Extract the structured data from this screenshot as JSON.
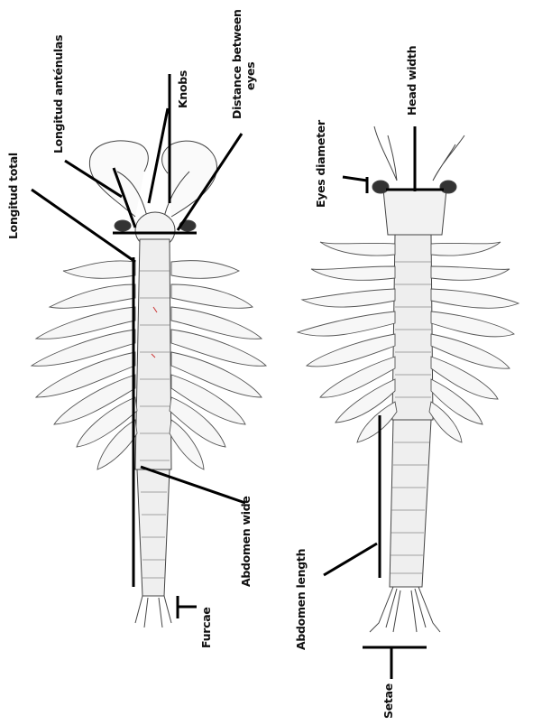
{
  "labels": {
    "longitud_total": "Longitud total",
    "longitud_antenulas": "Longitud anténulas",
    "knobs": "Knobs",
    "distance_between_eyes_1": "Distance between",
    "distance_between_eyes_2": "eyes",
    "abdomen_wide": "Abdomen wide",
    "furcae": "Furcae",
    "eyes_diameter": "Eyes diameter",
    "head_width": "Head width",
    "abdomen_length": "Abdomen length",
    "setae": "Setae"
  }
}
